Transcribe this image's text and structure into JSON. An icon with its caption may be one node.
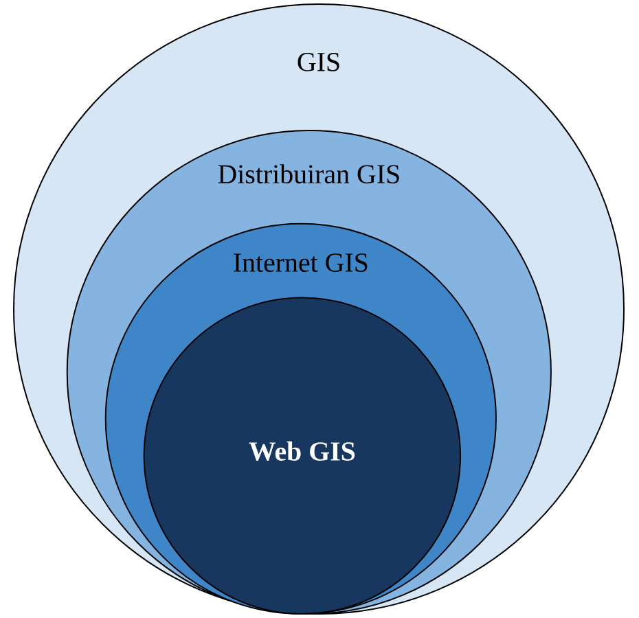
{
  "diagram": {
    "nodes": [
      {
        "text": [
          "GIS"
        ]
      },
      {
        "text": [
          "Distribuiran GIS"
        ],
        "in": 0
      },
      {
        "text": [
          "Internet GIS"
        ],
        "in": 1
      },
      {
        "text": [
          "Web GIS"
        ],
        "in": 2
      }
    ]
  }
}
